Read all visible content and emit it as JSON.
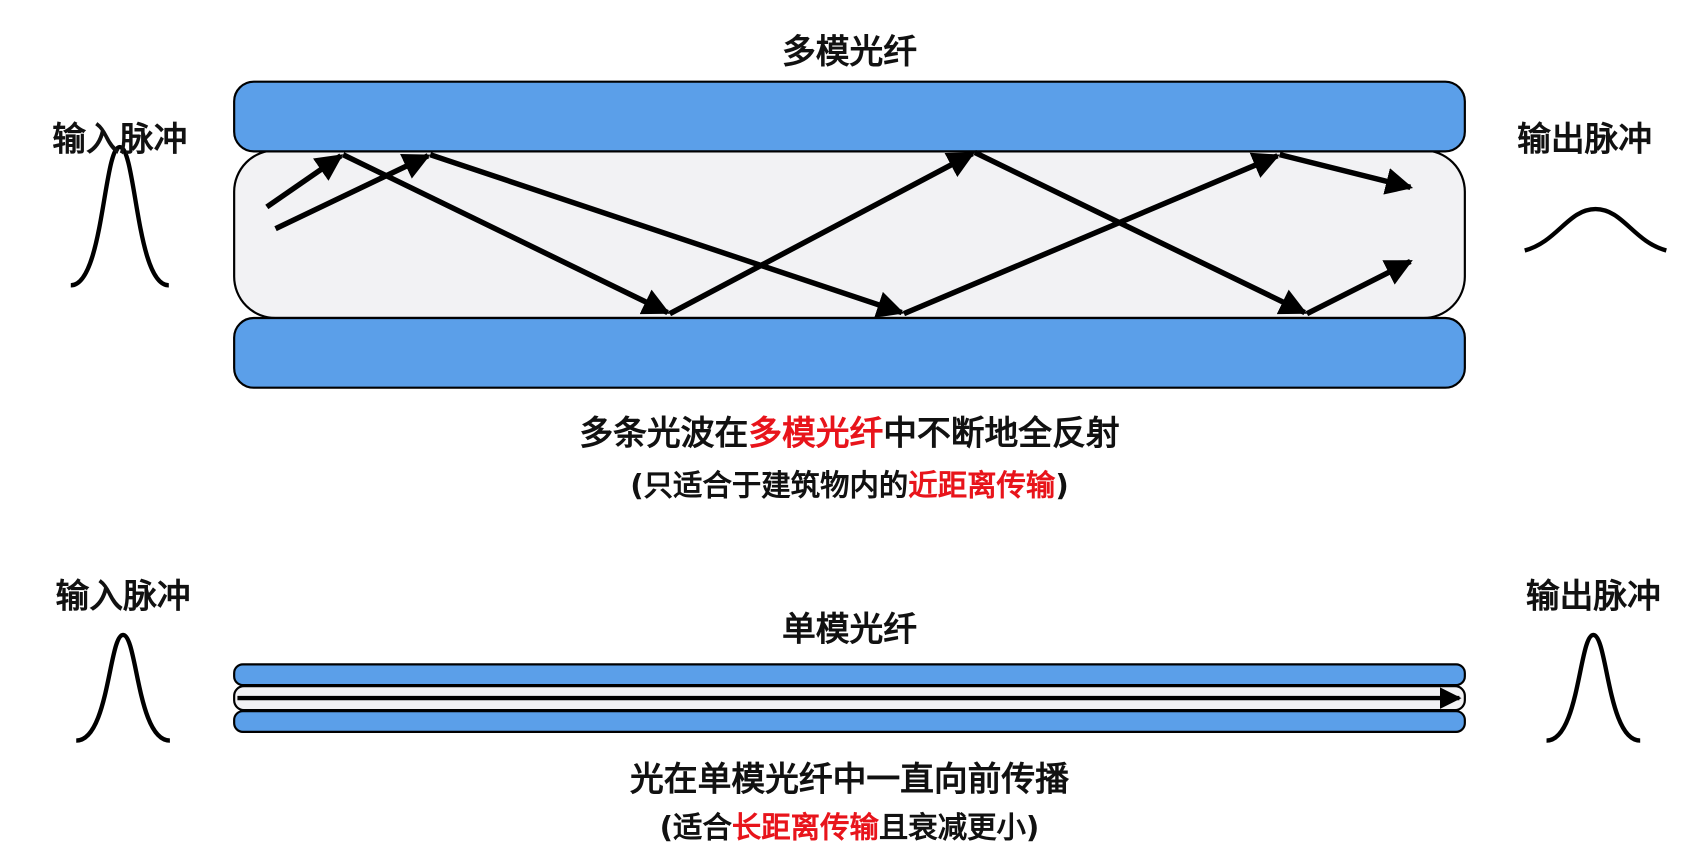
{
  "colors": {
    "cladding": "#5b9fe9",
    "core": "#f2f2f4",
    "accent_red": "#e8141b"
  },
  "multimode": {
    "title": "多模光纤",
    "input_label": "输入脉冲",
    "output_label": "输出脉冲",
    "caption": [
      {
        "text": "多条光波在",
        "red": false
      },
      {
        "text": "多模光纤",
        "red": true
      },
      {
        "text": "中不断地全反射",
        "red": false
      }
    ],
    "note": [
      {
        "text": "(只适合于建筑物内的",
        "red": false
      },
      {
        "text": "近距离传输",
        "red": true
      },
      {
        "text": ")",
        "red": false
      }
    ]
  },
  "singlemode": {
    "title": "单模光纤",
    "input_label": "输入脉冲",
    "output_label": "输出脉冲",
    "caption": [
      {
        "text": "光在单模光纤中一直向前传播",
        "red": false
      }
    ],
    "note": [
      {
        "text": "(适合",
        "red": false
      },
      {
        "text": "长距离传输",
        "red": true
      },
      {
        "text": "且衰减更小)",
        "red": false
      }
    ]
  }
}
